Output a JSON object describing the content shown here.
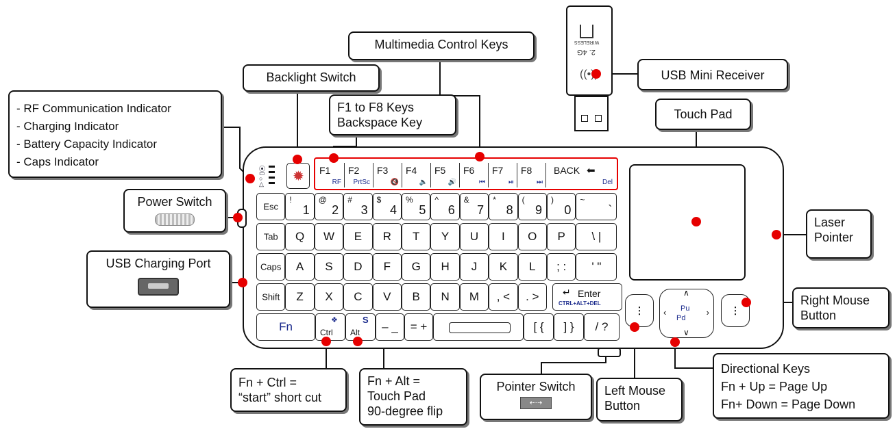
{
  "callouts": {
    "multimedia": "Multimedia Control Keys",
    "backlight": "Backlight Switch",
    "usb_receiver": "USB Mini Receiver",
    "touch_pad": "Touch Pad",
    "f1_f8": [
      "F1 to F8 Keys",
      "Backspace Key"
    ],
    "indicators": [
      "- RF Communication Indicator",
      "- Charging Indicator",
      "- Battery Capacity Indicator",
      "- Caps Indicator"
    ],
    "power_switch": "Power Switch",
    "usb_charging": "USB Charging Port",
    "laser_pointer": [
      "Laser",
      "Pointer"
    ],
    "right_mouse": [
      "Right Mouse",
      "Button"
    ],
    "directional": [
      "Directional Keys",
      "Fn + Up = Page Up",
      "Fn+ Down = Page Down"
    ],
    "left_mouse": [
      "Left Mouse",
      "Button"
    ],
    "pointer_switch": "Pointer Switch",
    "fn_alt": [
      "Fn + Alt =",
      "Touch Pad",
      "90-degree flip"
    ],
    "fn_ctrl": [
      "Fn + Ctrl =",
      "“start” short cut"
    ]
  },
  "receiver": {
    "label_a": "2. 4G",
    "label_b": "WIRELESS"
  },
  "fkeys": [
    {
      "n": "F1",
      "s": "RF"
    },
    {
      "n": "F2",
      "s": "PrtSc"
    },
    {
      "n": "F3",
      "s": "🔇"
    },
    {
      "n": "F4",
      "s": "🔈"
    },
    {
      "n": "F5",
      "s": "🔊"
    },
    {
      "n": "F6",
      "s": "⏮"
    },
    {
      "n": "F7",
      "s": "⏯"
    },
    {
      "n": "F8",
      "s": "⏭"
    }
  ],
  "back_key": {
    "label": "BACK",
    "sub": "Del"
  },
  "row1": [
    {
      "t": "Esc",
      "m": "",
      "b": ""
    },
    {
      "t": "!",
      "m": "",
      "b": "1"
    },
    {
      "t": "@",
      "m": "",
      "b": "2"
    },
    {
      "t": "#",
      "m": "",
      "b": "3"
    },
    {
      "t": "$",
      "m": "",
      "b": "4"
    },
    {
      "t": "%",
      "m": "",
      "b": "5"
    },
    {
      "t": "^",
      "m": "",
      "b": "6"
    },
    {
      "t": "&",
      "m": "",
      "b": "7"
    },
    {
      "t": "*",
      "m": "",
      "b": "8"
    },
    {
      "t": "(",
      "m": "",
      "b": "9"
    },
    {
      "t": ")",
      "m": "",
      "b": "0"
    },
    {
      "t": "~",
      "m": "",
      "b": "`"
    }
  ],
  "row2": [
    "Tab",
    "Q",
    "W",
    "E",
    "R",
    "T",
    "Y",
    "U",
    "I",
    "O",
    "P",
    "\\ |"
  ],
  "row3": [
    "Caps",
    "A",
    "S",
    "D",
    "F",
    "G",
    "H",
    "J",
    "K",
    "L",
    "; :",
    "' \""
  ],
  "row4": [
    "Shift",
    "Z",
    "X",
    "C",
    "V",
    "B",
    "N",
    "M",
    ", <",
    ". >"
  ],
  "enter_key": {
    "label": "Enter",
    "sub": "CTRL+ALT+DEL"
  },
  "row5": {
    "fn": "Fn",
    "ctrl": "Ctrl",
    "alt": "Alt",
    "k1": "– _",
    "k2": "= +",
    "k3": "[ {",
    "k4": "] }",
    "k5": "/ ?"
  },
  "dpad": {
    "pu": "Pu",
    "pd": "Pd"
  },
  "colors": {
    "accent": "#e60000",
    "outline": "#111111"
  }
}
